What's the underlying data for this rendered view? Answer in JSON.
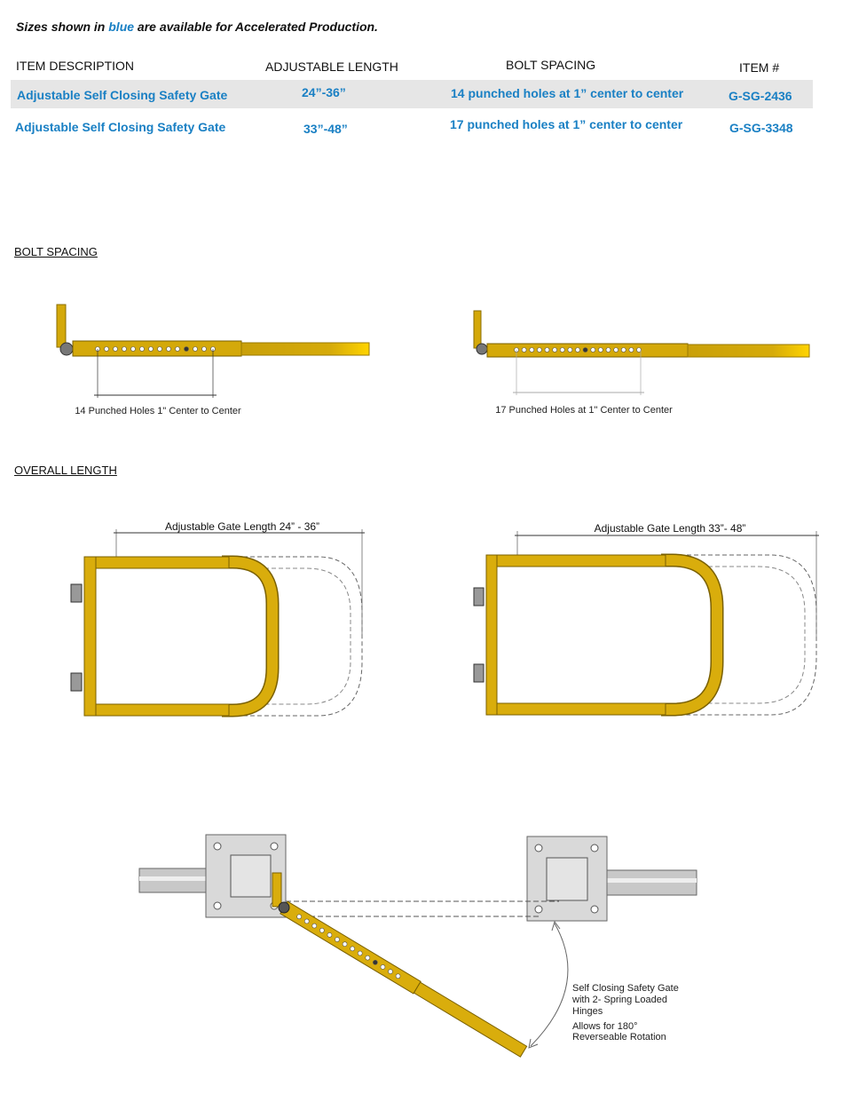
{
  "note": {
    "prefix": "Sizes shown in ",
    "blue_word": "blue",
    "suffix": " are available for Accelerated Production."
  },
  "table": {
    "headers": [
      "ITEM DESCRIPTION",
      "ADJUSTABLE LENGTH",
      "BOLT SPACING",
      "ITEM #"
    ],
    "rows": [
      {
        "description": "Adjustable Self Closing Safety Gate",
        "length": "24”-36”",
        "bolt_spacing": "14 punched holes at 1” center to center",
        "item": "G-SG-2436"
      },
      {
        "description": "Adjustable Self Closing Safety Gate",
        "length": "33”-48”",
        "bolt_spacing": "17 punched holes at 1” center to center",
        "item": "G-SG-3348"
      }
    ]
  },
  "sections": {
    "bolt_spacing": "BOLT SPACING",
    "overall_length": "OVERALL LENGTH"
  },
  "bolt_diagrams": [
    {
      "caption": "14 Punched Holes 1\" Center to Center",
      "holes": 14
    },
    {
      "caption": "17 Punched Holes at 1\" Center to Center",
      "holes": 17
    }
  ],
  "gate_diagrams": [
    {
      "caption": "Adjustable Gate Length 24” - 36”"
    },
    {
      "caption": "Adjustable Gate Length 33”- 48”"
    }
  ],
  "rotation_note": {
    "line1": "Self Closing Safety Gate",
    "line2": "with 2- Spring Loaded",
    "line3": "Hinges",
    "line4": "Allows for 180°",
    "line5": "Reverseable Rotation"
  },
  "colors": {
    "accent_blue": "#1a80c4",
    "gate_yellow": "#d9ad0c",
    "row_band": "#e6e6e6"
  }
}
